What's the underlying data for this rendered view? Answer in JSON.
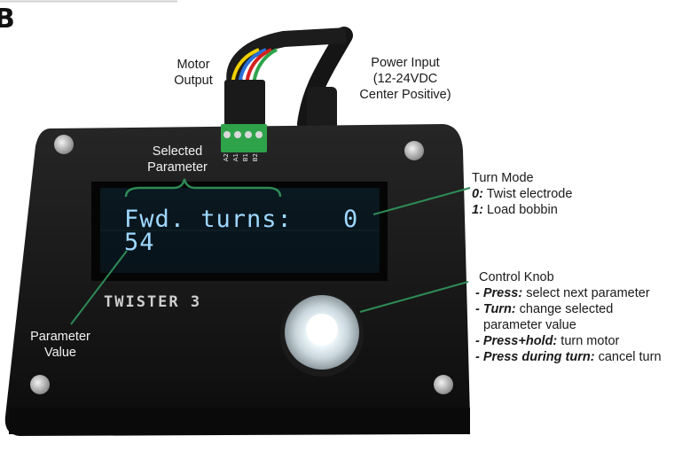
{
  "panel_letter": "B",
  "labels": {
    "motor_output": [
      "Motor",
      "Output"
    ],
    "power_input": [
      "Power Input",
      "(12-24VDC",
      "Center Positive)"
    ],
    "selected_parameter": [
      "Selected",
      "Parameter"
    ],
    "parameter_value": [
      "Parameter",
      "Value"
    ],
    "turn_mode": {
      "title": "Turn Mode",
      "options": [
        {
          "key": "0:",
          "text": "Twist electrode"
        },
        {
          "key": "1:",
          "text": "Load bobbin"
        }
      ]
    },
    "control_knob": {
      "title": "Control Knob",
      "items": [
        {
          "key": "- Press:",
          "text": "select next parameter"
        },
        {
          "key": "- Turn:",
          "text": "change selected"
        },
        {
          "key": "",
          "text": "parameter value"
        },
        {
          "key": "- Press+hold:",
          "text": "turn motor"
        },
        {
          "key": "- Press during turn:",
          "text": "cancel turn"
        }
      ]
    }
  },
  "lcd": {
    "line1_param": "Fwd. turns:",
    "line1_mode": "0",
    "line2_value": "54"
  },
  "device": {
    "brand": "TWISTER 3",
    "pins": [
      "A2",
      "A1",
      "B1",
      "B2"
    ]
  },
  "colors": {
    "annotation_line": "#2e8b57",
    "lcd_text": "#9ed8ff",
    "enclosure": "#141414",
    "terminal_block": "#2fa34a"
  }
}
